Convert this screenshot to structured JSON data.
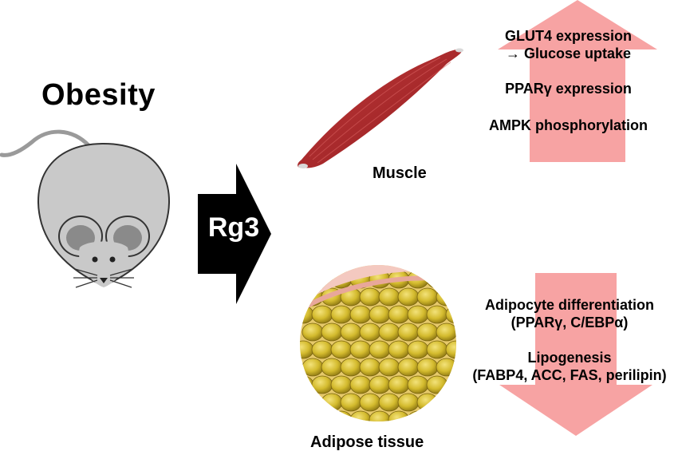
{
  "title": "Obesity",
  "treatment": "Rg3",
  "muscle": {
    "label": "Muscle",
    "effects": [
      "GLUT4 expression",
      "→  Glucose uptake",
      "PPARγ expression",
      "AMPK phosphorylation"
    ]
  },
  "adipose": {
    "label": "Adipose tissue",
    "effects": [
      "Adipocyte differentiation",
      "(PPARγ, C/EBPα)",
      "Lipogenesis",
      "(FABP4, ACC, FAS, perilipin)"
    ]
  },
  "colors": {
    "arrow_fill": "#f7a3a3",
    "treatment_arrow": "#000000",
    "mouse_body": "#c9c9c9",
    "muscle": "#a5282a",
    "fat_cells": "#c9b22a"
  }
}
